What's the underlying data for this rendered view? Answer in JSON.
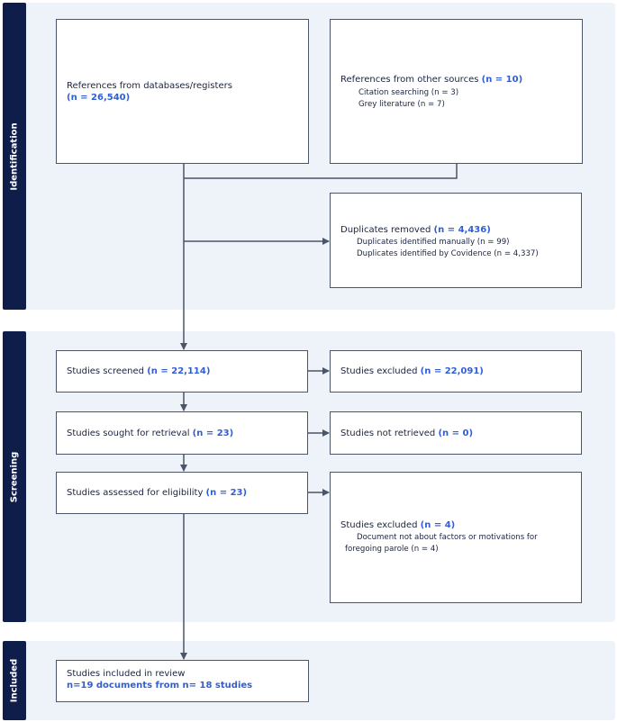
{
  "stages": {
    "identification": "Identification",
    "screening": "Screening",
    "included": "Included"
  },
  "identification": {
    "databases": {
      "label": "References from databases/registers",
      "count": "(n = 26,540)"
    },
    "other_sources": {
      "label": "References from other sources",
      "count": "(n = 10)",
      "items": [
        "Citation searching (n = 3)",
        "Grey literature (n = 7)"
      ]
    },
    "duplicates": {
      "label": "Duplicates removed",
      "count": "(n = 4,436)",
      "items": [
        "Duplicates identified manually (n = 99)",
        "Duplicates identified by Covidence (n = 4,337)"
      ]
    }
  },
  "screening": {
    "screened": {
      "label": "Studies screened",
      "count": "(n = 22,114)"
    },
    "excluded": {
      "label": "Studies excluded",
      "count": "(n = 22,091)"
    },
    "retrieval": {
      "label": "Studies sought for retrieval",
      "count": "(n = 23)"
    },
    "not_retrieved": {
      "label": "Studies not retrieved",
      "count": "(n = 0)"
    },
    "eligibility": {
      "label": "Studies assessed for eligibility",
      "count": "(n = 23)"
    },
    "excluded_eligibility": {
      "label": "Studies excluded",
      "count": "(n = 4)",
      "reason": "Document not about factors or motivations for",
      "reason_cont": "foregoing parole (n = 4)"
    }
  },
  "included": {
    "label": "Studies included in review",
    "count": "n=19 documents from n= 18 studies"
  },
  "colors": {
    "stage_bar": "#0f1d4a",
    "panel_bg": "#eef2f9",
    "highlight": "#2f5ed6",
    "line": "#4b5567"
  }
}
